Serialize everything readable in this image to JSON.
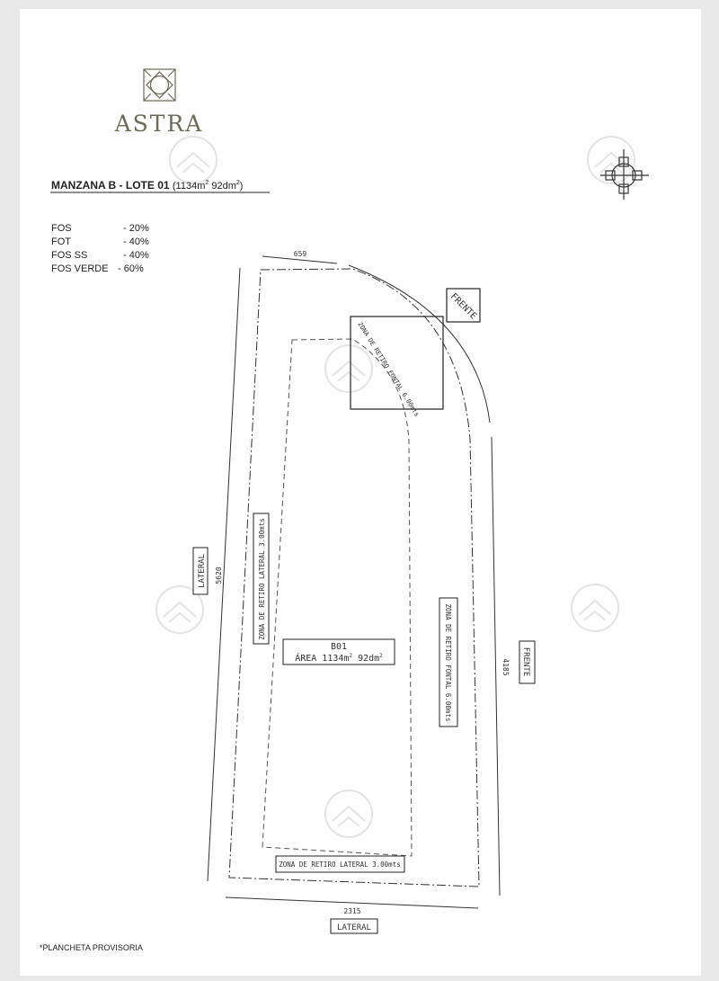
{
  "brand": {
    "name": "ASTRA"
  },
  "lot": {
    "title": "MANZANA B - LOTE 01 ",
    "area_open": "(1134m",
    "area_m2_sup": "2",
    "area_mid": " 92dm",
    "area_dm2_sup": "2",
    "area_close": ")"
  },
  "indices": [
    {
      "label": "FOS",
      "value": "- 20%"
    },
    {
      "label": "FOT",
      "value": "- 40%"
    },
    {
      "label": "FOS SS",
      "value": "- 40%"
    },
    {
      "label": "FOS VERDE",
      "value": "- 60%"
    }
  ],
  "dimensions": {
    "top": "659",
    "left": "5620",
    "right": "4185",
    "bottom": "2315"
  },
  "labels": {
    "frente_top": "FRENTE",
    "frente_right": "FRENTE",
    "lateral_left": "LATERAL",
    "lateral_bottom": "LATERAL",
    "zona_front_top": "ZONA DE RETIRO FONTAL 6.00mts",
    "zona_front_right": "ZONA DE RETIRO FONTAL 6.00mts",
    "zona_lateral_left": "ZONA DE RETIRO LATERAL 3.00mts",
    "zona_lateral_bottom": "ZONA DE RETIRO LATERAL 3.00mts"
  },
  "building": {
    "code": "B01",
    "area_prefix": "ÁREA  1134m",
    "area_sup1": "2",
    "area_mid": "  92dm",
    "area_sup2": "2"
  },
  "footer": {
    "note": "*PLANCHETA PROVISORIA"
  },
  "colors": {
    "ink": "#222222",
    "brand": "#6e6a58",
    "watermark": "#e6e6e6",
    "background": "#e9e9ea"
  }
}
